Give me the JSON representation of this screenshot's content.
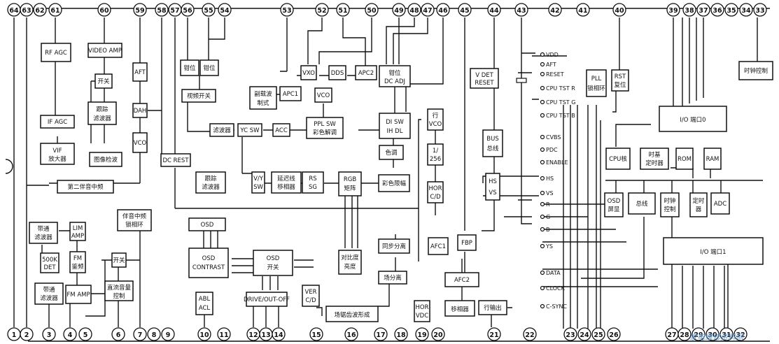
{
  "top_pins": [
    "64",
    "63",
    "62",
    "61",
    "60",
    "59",
    "58",
    "57",
    "56",
    "55",
    "54",
    "53",
    "52",
    "51",
    "50",
    "49",
    "48",
    "47",
    "46",
    "45",
    "44",
    "43",
    "42",
    "41",
    "40",
    "39",
    "38",
    "37",
    "36",
    "35",
    "34",
    "33"
  ],
  "bottom_pins": [
    "1",
    "2",
    "3",
    "4",
    "5",
    "6",
    "7",
    "8",
    "9",
    "10",
    "11",
    "12",
    "13",
    "14",
    "15",
    "16",
    "17",
    "18",
    "19",
    "20",
    "21",
    "22",
    "23",
    "24",
    "25",
    "26",
    "27",
    "28",
    "29",
    "30",
    "31",
    "32"
  ],
  "blocks": {
    "rf_agc": [
      "RF AGC"
    ],
    "video_amp": [
      "VIDEO AMP"
    ],
    "switch_a": [
      "开关"
    ],
    "track_filter_a": [
      "跟踪",
      "滤波器"
    ],
    "aft": [
      "AFT"
    ],
    "dah": [
      "DAH"
    ],
    "vco_a": [
      "VCO"
    ],
    "clamp_a": [
      "钳位"
    ],
    "clamp_b": [
      "钳位"
    ],
    "video_switch": [
      "视频开关"
    ],
    "vxo": [
      "VXO"
    ],
    "dds": [
      "DDS"
    ],
    "apc2": [
      "APC2"
    ],
    "apc1": [
      "APC1"
    ],
    "sub_filter": [
      "副载波",
      "制式"
    ],
    "vco_b": [
      "VCO"
    ],
    "clamp_dc": [
      "钳位",
      "DC ADJ"
    ],
    "if_agc": [
      "IF AGC"
    ],
    "vif_amp": [
      "VIF",
      "放大器"
    ],
    "image_det": [
      "图像检波"
    ],
    "filter_a": [
      "滤波器"
    ],
    "yc_sw": [
      "YC SW"
    ],
    "acc": [
      "ACC"
    ],
    "ppl_sw": [
      "PPL SW",
      "彩色解调"
    ],
    "di_sw": [
      "DI SW",
      "IH DL"
    ],
    "line_vco": [
      "行",
      "VCO"
    ],
    "div_256": [
      "1/",
      "256"
    ],
    "hor_cd": [
      "HOR",
      "C/D"
    ],
    "color_adj": [
      "色调"
    ],
    "color_limit": [
      "彩色限幅"
    ],
    "dc_rest": [
      "DC REST"
    ],
    "track_filter_b": [
      "跟踪",
      "滤波器"
    ],
    "vy_sw": [
      "V/Y",
      "SW"
    ],
    "delay_line": [
      "延迟线",
      "移相器"
    ],
    "rs_sg": [
      "RS",
      "SG"
    ],
    "rgb_matrix": [
      "RGB",
      "矩阵"
    ],
    "second_sound": [
      "第二伴音中频"
    ],
    "sound_pll": [
      "伴音中频",
      "锁相环"
    ],
    "bandpass_a": [
      "带通",
      "滤波器"
    ],
    "lim_amp": [
      "LIM",
      "AMP"
    ],
    "det_500k": [
      "500K",
      "DET"
    ],
    "fm_demod": [
      "FM",
      "鉴频"
    ],
    "bandpass_b": [
      "带通",
      "滤波器"
    ],
    "fm_amp": [
      "FM AMP"
    ],
    "switch_b": [
      "开关"
    ],
    "dc_vol": [
      "直流音量",
      "控制"
    ],
    "osd": [
      "OSD"
    ],
    "osd_contrast": [
      "OSD",
      "CONTRAST"
    ],
    "osd_switch": [
      "OSD",
      "开关"
    ],
    "contrast_bright": [
      "对比度",
      "亮度"
    ],
    "sync_sep": [
      "同步分离"
    ],
    "field_sep": [
      "场分离"
    ],
    "afc1": [
      "AFC1"
    ],
    "fbp": [
      "FBP"
    ],
    "abl_acl": [
      "ABL",
      "ACL"
    ],
    "drive": [
      "DRIVE/OUT-OFF"
    ],
    "ver_cd": [
      "VER",
      "C/D"
    ],
    "field_saw": [
      "场锯齿波形成"
    ],
    "hor_vdc": [
      "HOR",
      "VDC"
    ],
    "afc2": [
      "AFC2"
    ],
    "phase_shift": [
      "移相器"
    ],
    "line_out": [
      "行输出"
    ],
    "clock_ctrl": [
      "时钟控制"
    ],
    "v_det_reset": [
      "V DET",
      "RESET"
    ],
    "pll_phase": [
      "PLL",
      "锁相环"
    ],
    "rst_reset": [
      "RST",
      "复位"
    ],
    "io_port0": [
      "I/O 端口0"
    ],
    "bus_a": [
      "BUS",
      "总线"
    ],
    "hs_vs": [
      "HS",
      "VS"
    ],
    "cpu_core": [
      "CPU核"
    ],
    "timebase": [
      "时基",
      "定时器"
    ],
    "rom": [
      "ROM"
    ],
    "ram": [
      "RAM"
    ],
    "osd_screen": [
      "OSD",
      "屏显"
    ],
    "bus_b": [
      "总线"
    ],
    "clock_ctrl_b": [
      "时钟",
      "控制"
    ],
    "timer": [
      "定时",
      "器"
    ],
    "adc": [
      "ADC"
    ],
    "io_port1": [
      "I/O 端口1"
    ]
  },
  "signals": [
    "VDD",
    "AFT",
    "RESET",
    "CPU TST R",
    "CPU TST G",
    "CPU TST B",
    "CVBS",
    "PDC",
    "ENABLE",
    "HS",
    "VS",
    "R",
    "G",
    "B",
    "YS",
    "DATA",
    "CLOCK",
    "C-SYNC"
  ],
  "watermark": "家电维修资料网"
}
